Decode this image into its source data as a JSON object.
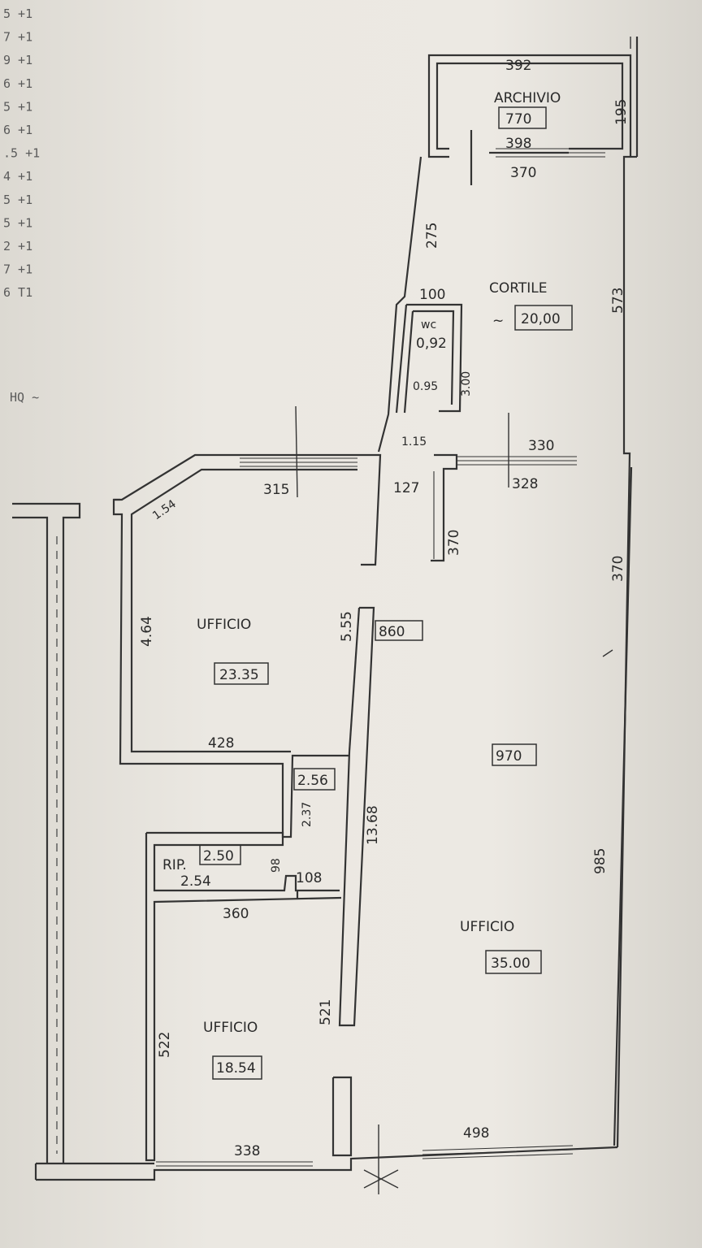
{
  "margin_notes": [
    "5 +1",
    "7 +1",
    "9 +1",
    "6 +1",
    "5 +1",
    "6 +1",
    ".5 +1",
    "4 +1",
    "5 +1",
    "5 +1",
    "2 +1",
    "7 +1",
    "6 T1"
  ],
  "hq_note": "HQ ~",
  "rooms": {
    "archivio": {
      "name": "ARCHIVIO",
      "area": "770"
    },
    "cortile": {
      "name": "CORTILE",
      "approx": "~",
      "area": "20,00"
    },
    "wc": {
      "symbol": "wc",
      "area": "0,92"
    },
    "ufficio_top": {
      "name": "UFFICIO",
      "area": "23.35"
    },
    "ufficio_right": {
      "name": "UFFICIO",
      "area": "35.00"
    },
    "ufficio_bottom": {
      "name": "UFFICIO",
      "area": "18.54"
    },
    "rip": {
      "name": "RIP.",
      "area": "2.50"
    }
  },
  "box_labels": {
    "b860": "860",
    "b970": "970",
    "b256": "2.56"
  },
  "dimensions": {
    "d392": "392",
    "d195": "195",
    "d398": "398",
    "d370a": "370",
    "d275": "275",
    "d100": "100",
    "d573": "573",
    "d095": "0.95",
    "d300": "3.00",
    "d115": "1.15",
    "d330": "330",
    "d315": "315",
    "d127": "127",
    "d328": "328",
    "d154": "1.54",
    "d370b": "370",
    "d370c": "370",
    "d464": "4.64",
    "d555": "5.55",
    "d428": "428",
    "d237": "2.37",
    "d1368": "13.68",
    "d98": "98",
    "d254": "2.54",
    "d108": "108",
    "d985": "985",
    "d360": "360",
    "d521": "521",
    "d522": "522",
    "d338": "338",
    "d498": "498"
  }
}
